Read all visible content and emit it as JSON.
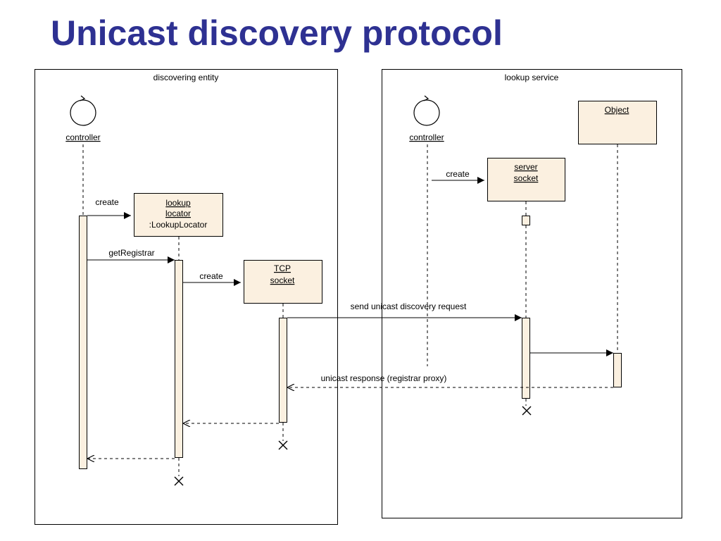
{
  "title": "Unicast discovery protocol",
  "frames": {
    "left": "discovering entity",
    "right": "lookup service"
  },
  "objects": {
    "left_controller": "controller",
    "lookup_locator": [
      "lookup",
      "locator",
      ":LookupLocator"
    ],
    "tcp_socket": [
      "TCP",
      "socket"
    ],
    "right_controller": "controller",
    "server_socket": [
      "server",
      "socket"
    ],
    "object": "Object"
  },
  "messages": {
    "create_lookup_locator": "create",
    "get_registrar": "getRegistrar",
    "create_tcp_socket": "create",
    "create_server_socket": "create",
    "send_request": "send unicast discovery request",
    "unicast_response": "unicast response (registrar proxy)"
  }
}
